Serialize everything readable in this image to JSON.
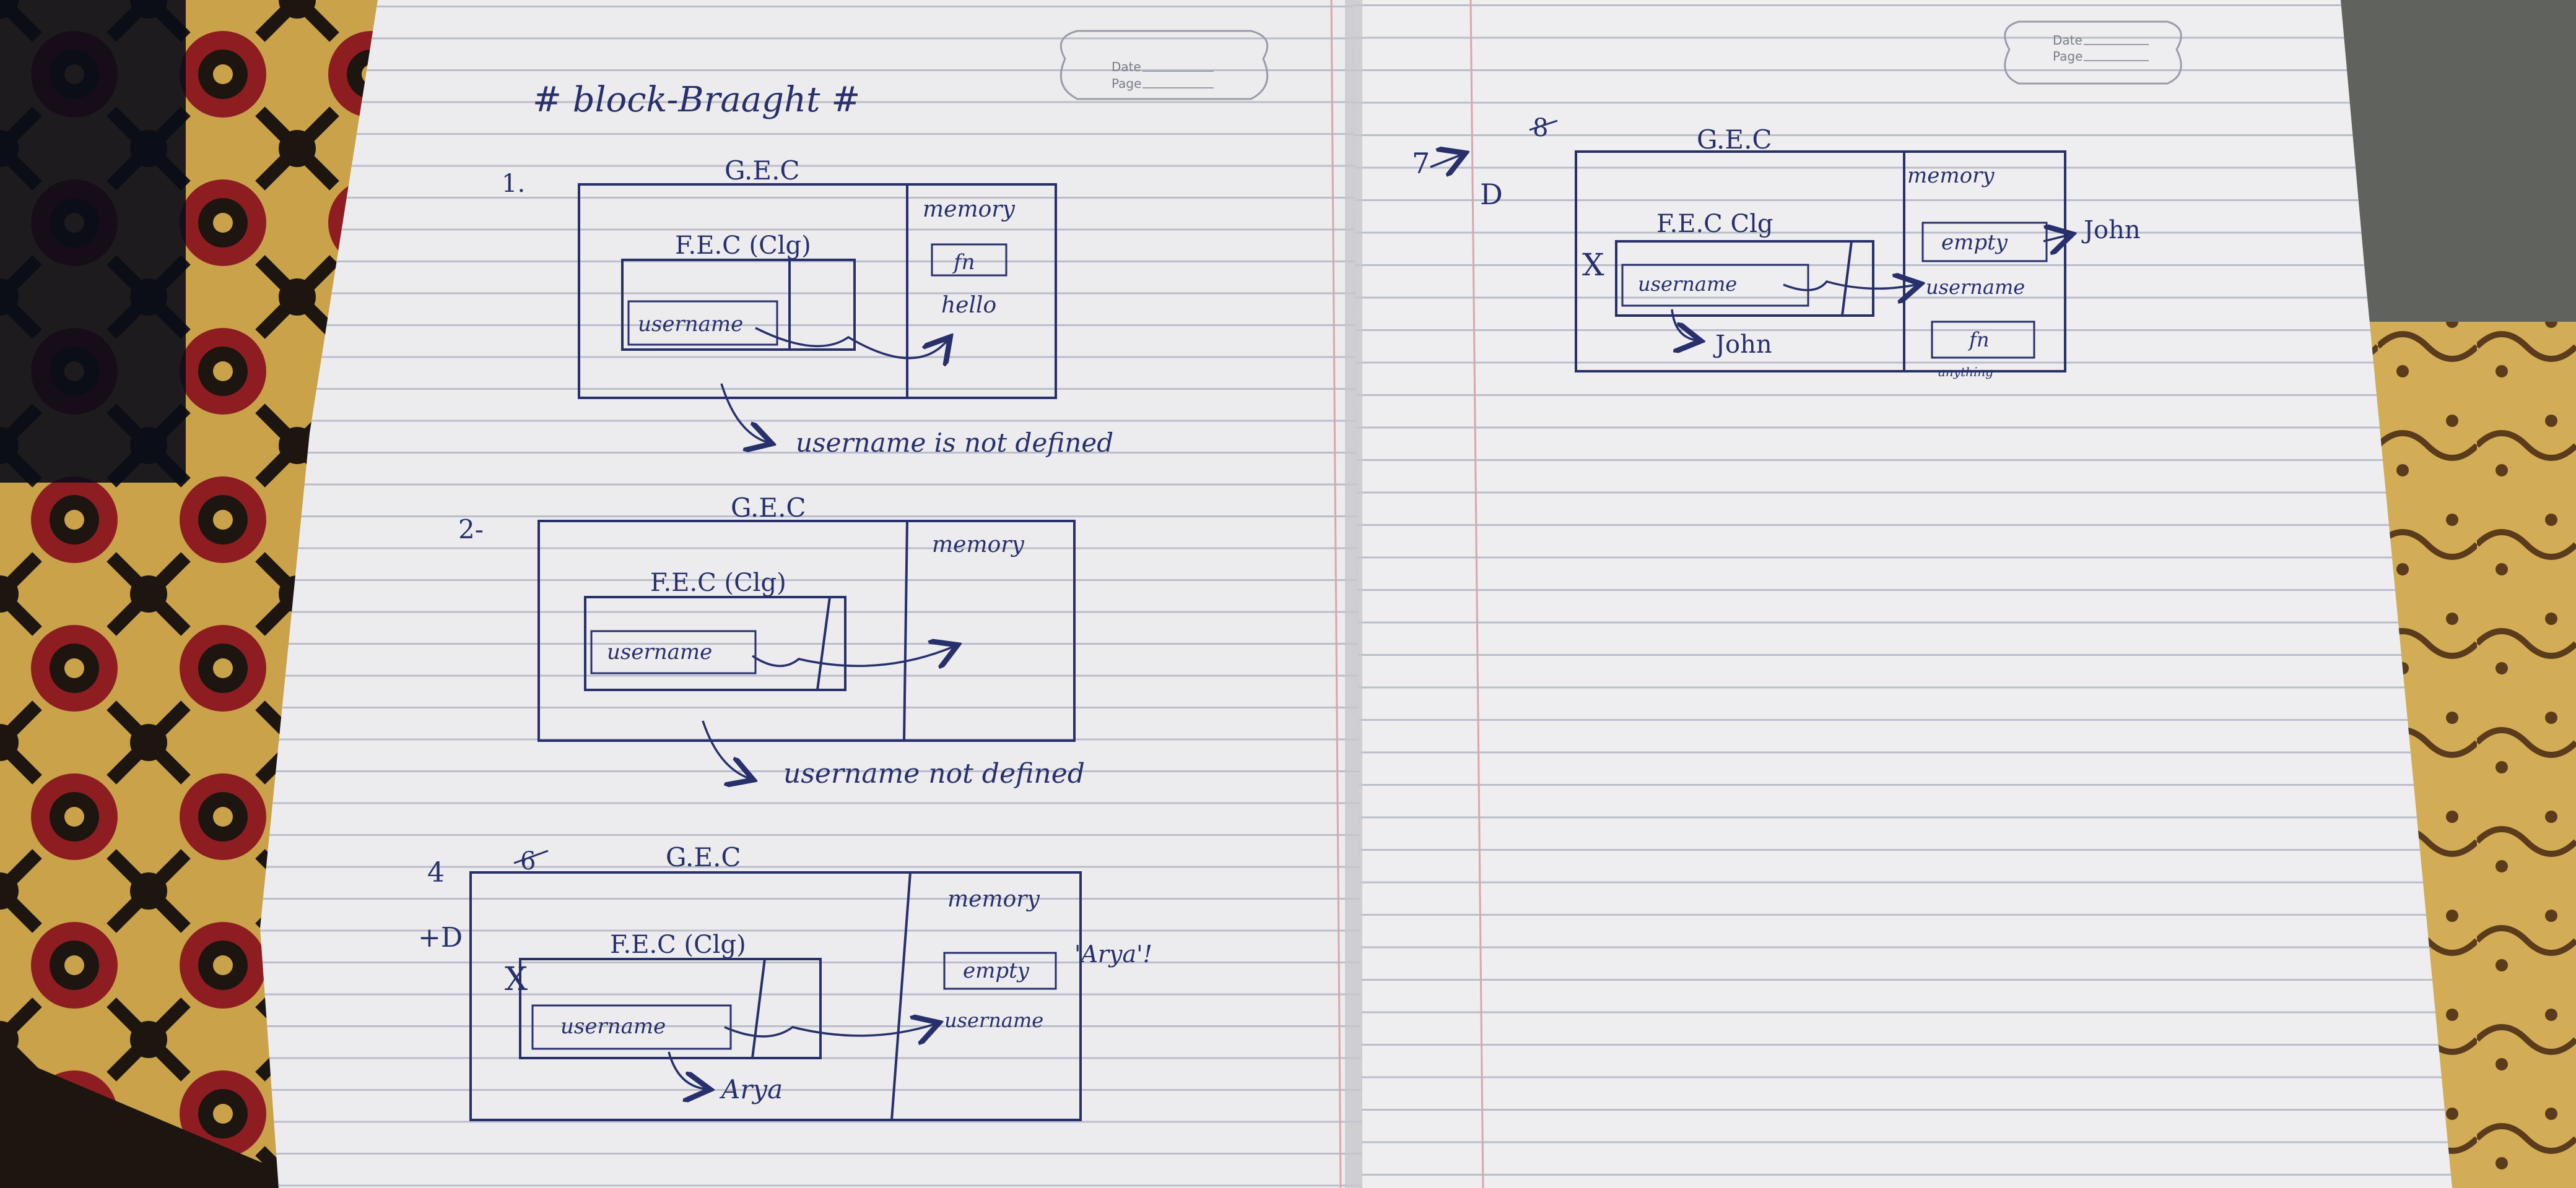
{
  "colors": {
    "ink": "#27306b",
    "paper": "#ecebee",
    "rule_line": "#b8bcc8",
    "margin_line": "#d9a6ae",
    "cloth_gold": "#c9a24a",
    "cloth_red": "#8e1d22",
    "cloth_dark": "#1d1510",
    "table_grey": "#5f625d"
  },
  "left_page": {
    "title": "# block-Braaght #",
    "stamp": {
      "date_label": "Date",
      "page_label": "Page"
    },
    "diagram_1": {
      "number": "1.",
      "gec_label": "G.E.C",
      "fec_label": "F.E.C (Clg)",
      "memory_label": "memory",
      "memory_item_fn": "fn",
      "memory_item_value": "hello",
      "variable": "username",
      "caption": "username is not defined"
    },
    "diagram_2": {
      "number": "2-",
      "gec_label": "G.E.C",
      "fec_label": "F.E.C (Clg)",
      "memory_label": "memory",
      "variable": "username",
      "caption": "username not defined"
    },
    "diagram_3": {
      "number": "4",
      "number_struck": "6",
      "number_bottom": "+D",
      "gec_label": "G.E.C",
      "fec_label": "F.E.C (Clg)",
      "memory_label": "memory",
      "memory_item_empty": "empty",
      "memory_value_label": "'Arya'!",
      "memory_item_var": "username",
      "variable": "username",
      "pointer_value": "Arya",
      "cross_mark": "X"
    }
  },
  "right_page": {
    "stamp": {
      "date_label": "Date",
      "page_label": "Page"
    },
    "diagram_4": {
      "number": "7",
      "number_struck": "8",
      "number_bottom": "D",
      "gec_label": "G.E.C",
      "fec_label": "F.E.C Clg",
      "memory_label": "memory",
      "memory_item_empty": "empty",
      "memory_value_label": "John",
      "memory_item_var": "username",
      "memory_item_fn": "fn",
      "memory_item_fn_sub": "anything",
      "variable": "username",
      "pointer_value": "John",
      "cross_mark": "X"
    }
  }
}
